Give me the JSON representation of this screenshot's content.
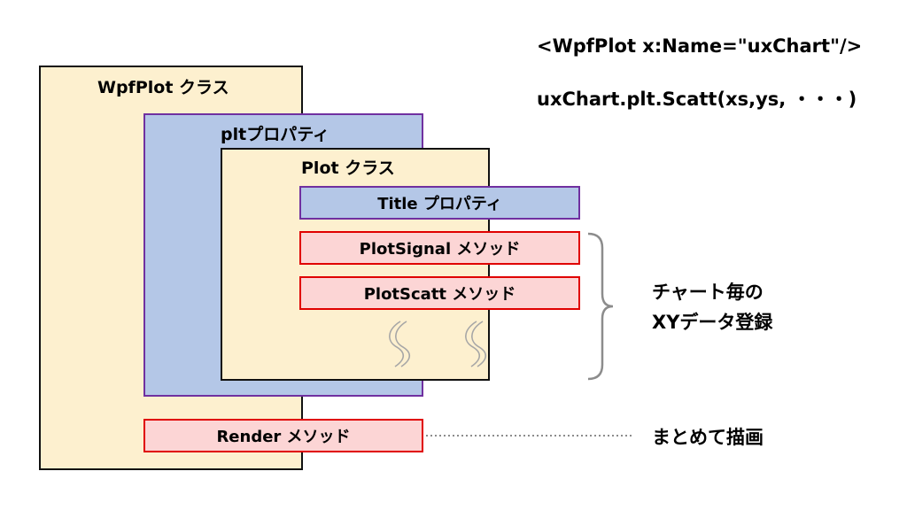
{
  "wpfplot": {
    "label": "WpfPlot クラス"
  },
  "plt": {
    "label": "pltプロパティ"
  },
  "plot": {
    "label": "Plot クラス"
  },
  "title_prop": {
    "label": "Title プロパティ"
  },
  "plotsignal": {
    "label": "PlotSignal メソッド"
  },
  "plotscatt": {
    "label": "PlotScatt メソッド"
  },
  "render": {
    "label": "Render メソッド"
  },
  "code": {
    "line1": "<WpfPlot x:Name=\"uxChart\"/>",
    "line2": "uxChart.plt.Scatt(xs,ys, ・・・)"
  },
  "notes": {
    "xy_line1": "チャート毎の",
    "xy_line2": "XYデータ登録",
    "render": "まとめて描画"
  },
  "colors": {
    "cream": "#fdf0cf",
    "blue": "#b4c7e7",
    "pink": "#fcd5d5",
    "purple": "#7030a0",
    "red": "#e00000",
    "black": "#111111",
    "gray": "#8c8c8c"
  }
}
